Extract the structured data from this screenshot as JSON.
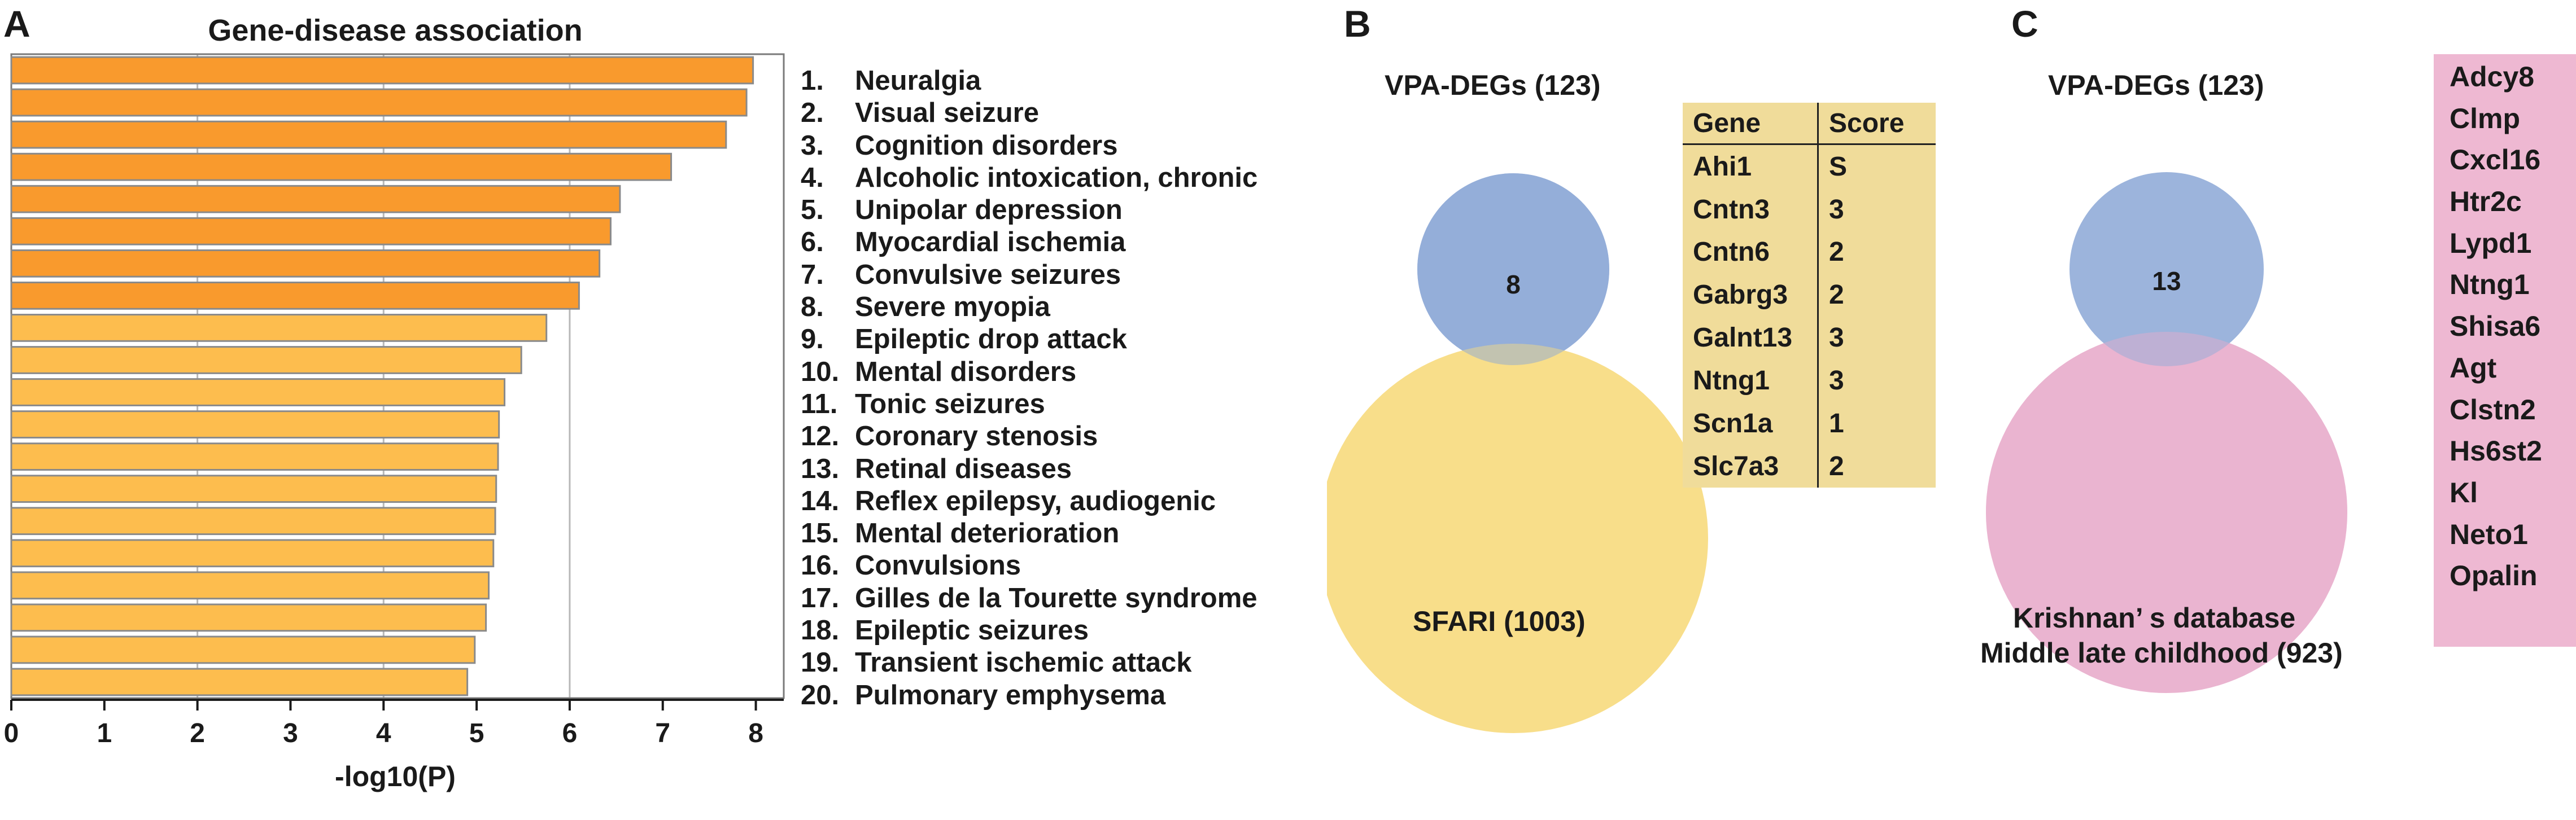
{
  "panels": {
    "a": {
      "letter": "A",
      "chart_data": {
        "type": "bar",
        "orientation": "horizontal",
        "title": "Gene-disease association",
        "xlabel": "-log10(P)",
        "ylabel": "",
        "xlim": [
          0,
          8.3
        ],
        "xticks": [
          "0",
          "1",
          "2",
          "3",
          "4",
          "5",
          "6",
          "7",
          "8"
        ],
        "grid": "vertical lines at 2, 4, 6",
        "categories": [
          "Neuralgia",
          "Visual seizure",
          "Cognition disorders",
          "Alcoholic intoxication, chronic",
          "Unipolar depression",
          "Myocardial ischemia",
          "Convulsive seizures",
          "Severe myopia",
          "Epileptic drop attack",
          "Mental disorders",
          "Tonic seizures",
          "Coronary stenosis",
          "Retinal diseases",
          "Reflex epilepsy, audiogenic",
          "Mental deterioration",
          "Convulsions",
          "Gilles de la Tourette syndrome",
          "Epileptic seizures",
          "Transient ischemic attack",
          "Pulmonary emphysema"
        ],
        "numbers": [
          "1.",
          "2.",
          "3.",
          "4.",
          "5.",
          "6.",
          "7.",
          "8.",
          "9.",
          "10.",
          "11.",
          "12.",
          "13.",
          "14.",
          "15.",
          "16.",
          "17.",
          "18.",
          "19.",
          "20."
        ],
        "values": [
          7.97,
          7.9,
          7.68,
          7.09,
          6.54,
          6.44,
          6.32,
          6.1,
          5.75,
          5.48,
          5.3,
          5.24,
          5.23,
          5.21,
          5.2,
          5.18,
          5.13,
          5.1,
          4.98,
          4.9
        ],
        "colors": {
          "strong": "#f99a2d",
          "weak": "#fdbd4e",
          "strong_count": 8,
          "bar_edge": "#8a8a8a",
          "grid": "#b8b8b8"
        }
      }
    },
    "b": {
      "letter": "B",
      "set_a": {
        "label": "VPA-DEGs (123)",
        "color": "#91acd8"
      },
      "set_b": {
        "label": "SFARI (1003)",
        "color": "#f8dc84"
      },
      "overlap": "8",
      "table": {
        "headers": [
          "Gene",
          "Score"
        ],
        "rows": [
          [
            "Ahi1",
            "S"
          ],
          [
            "Cntn3",
            "3"
          ],
          [
            "Cntn6",
            "2"
          ],
          [
            "Gabrg3",
            "2"
          ],
          [
            "Galnt13",
            "3"
          ],
          [
            "Ntng1",
            "3"
          ],
          [
            "Scn1a",
            "1"
          ],
          [
            "Slc7a3",
            "2"
          ]
        ],
        "color": "#f0dc9a"
      }
    },
    "c": {
      "letter": "C",
      "set_a": {
        "label": "VPA-DEGs (123)",
        "color": "#91acd8"
      },
      "set_b": {
        "label_line1": "Krishnan’ s database",
        "label_line2": "Middle late childhood (923)",
        "color": "#eab4d0"
      },
      "overlap": "13",
      "genes": [
        "Adcy8",
        "Clmp",
        "Cxcl16",
        "Htr2c",
        "Lypd1",
        "Ntng1",
        "Shisa6",
        "Agt",
        "Clstn2",
        "Hs6st2",
        "Kl",
        "Neto1",
        "Opalin"
      ],
      "box_color": "#eeb8d2"
    }
  }
}
